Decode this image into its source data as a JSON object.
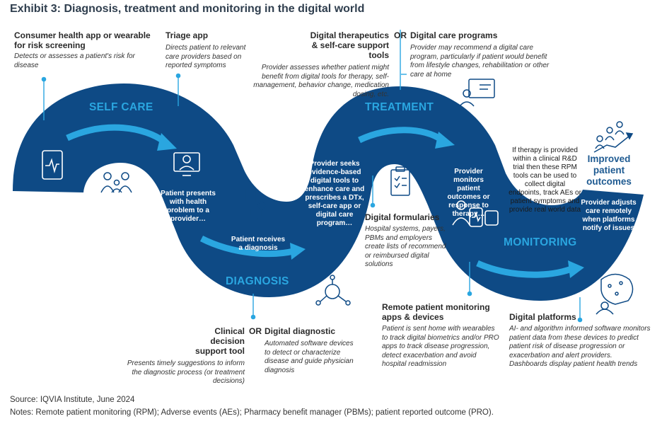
{
  "title": "Exhibit 3: Diagnosis, treatment and monitoring in the digital world",
  "stages": {
    "self_care": "SELF CARE",
    "diagnosis": "DIAGNOSIS",
    "treatment": "TREATMENT",
    "monitoring": "MONITORING"
  },
  "or_label": "OR",
  "callouts": {
    "consumer_app": {
      "title": "Consumer health app or wearable for risk screening",
      "desc": "Detects or assesses a patient's risk for disease"
    },
    "triage_app": {
      "title": "Triage app",
      "desc": "Directs patient to relevant care providers based on reported symptoms"
    },
    "digital_therapeutics": {
      "title": "Digital therapeutics & self-care support tools",
      "desc": "Provider assesses whether patient might benefit from digital tools for therapy, self-management, behavior change, medication dosing, etc."
    },
    "digital_care_programs": {
      "title": "Digital care programs",
      "desc": "Provider may recommend a digital care program, particularly if patient would benefit from lifestyle changes, rehabilitation or other care at home"
    },
    "digital_formularies": {
      "title": "Digital formularies",
      "desc": "Hospital systems, payers, PBMs and employers create lists of recommend or reimbursed digital solutions"
    },
    "clinical_decision": {
      "title": "Clinical decision support tool",
      "desc": "Presents timely suggestions to inform the diagnostic process (or treatment decisions)"
    },
    "digital_diagnostic": {
      "title": "Digital diagnostic",
      "desc": "Automated software devices to detect or characterize disease and guide physician diagnosis"
    },
    "rpm": {
      "title": "Remote patient monitoring apps & devices",
      "desc": "Patient is sent home with wearables to track digital biometrics and/or PRO apps to track disease progression, detect exacerbation and avoid hospital readmission"
    },
    "digital_platforms": {
      "title": "Digital platforms",
      "desc": "AI- and algorithm informed software monitors patient data from these devices to predict patient risk of disease progression or exacerbation and alert providers. Dashboards display patient health trends"
    }
  },
  "flow_text": {
    "patient_presents": "Patient presents with health problem to a provider…",
    "patient_receives": "Patient receives a diagnosis",
    "provider_seeks": "Provider seeks evidence-based digital tools to enhance care and prescribes a DTx, self-care app or digital care program…",
    "provider_monitors": "Provider monitors patient outcomes or response to therapy…",
    "if_therapy": "If therapy is provided within a clinical R&D trial then these RPM tools can be used to collect digital endpoints, track AEs or patient symptoms and provide real world data",
    "provider_adjusts": "Provider adjusts care remotely when platforms notify of issues"
  },
  "outcome": "Improved patient outcomes",
  "source": "Source: IQVIA Institute, June 2024",
  "notes": "Notes: Remote patient monitoring (RPM); Adverse events (AEs); Pharmacy benefit manager (PBMs); patient reported outcome (PRO).",
  "colors": {
    "band": "#0e4a85",
    "accent": "#2aa6e0",
    "title": "#2f3e4e"
  },
  "icons": [
    "tablet-ecg-icon",
    "family-icon",
    "telehealth-doctor-icon",
    "stethoscope-icon",
    "ai-head-icon",
    "clipboard-checklist-icon",
    "care-program-screen-icon",
    "wearables-icon",
    "ai-brain-icon",
    "growth-people-icon"
  ]
}
